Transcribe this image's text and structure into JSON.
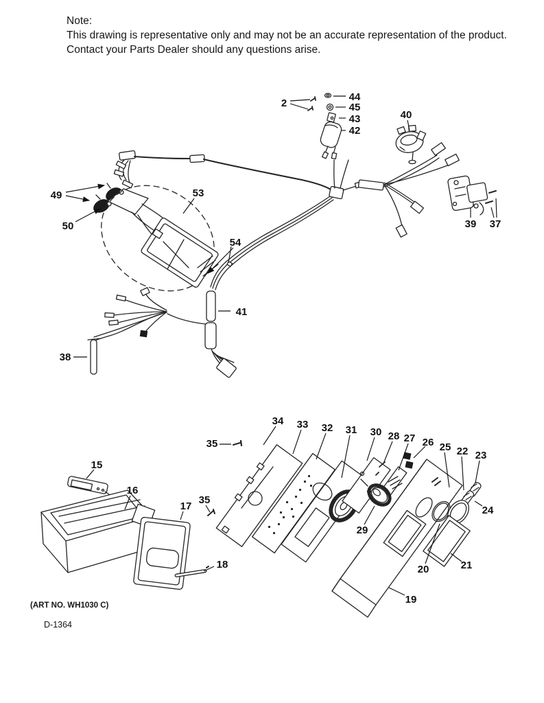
{
  "note": {
    "label": "Note:",
    "line1": "This drawing is representative only and may not be an accurate representation of the product.",
    "line2": "Contact your Parts Dealer should any questions arise."
  },
  "footer": {
    "art_no": "(ART NO. WH1030 C)",
    "doc_no": "D-1364"
  },
  "callouts": {
    "c2": "2",
    "c15": "15",
    "c16": "16",
    "c17": "17",
    "c18": "18",
    "c19": "19",
    "c20": "20",
    "c21": "21",
    "c22": "22",
    "c23": "23",
    "c24": "24",
    "c25": "25",
    "c26": "26",
    "c27": "27",
    "c28": "28",
    "c29": "29",
    "c30": "30",
    "c31": "31",
    "c32": "32",
    "c33": "33",
    "c34": "34",
    "c35a": "35",
    "c35b": "35",
    "c37": "37",
    "c38": "38",
    "c39": "39",
    "c40": "40",
    "c41": "41",
    "c42": "42",
    "c43": "43",
    "c44": "44",
    "c45": "45",
    "c49": "49",
    "c50": "50",
    "c53": "53",
    "c54": "54"
  },
  "colors": {
    "ink": "#1c1c1c",
    "paper": "#ffffff"
  }
}
